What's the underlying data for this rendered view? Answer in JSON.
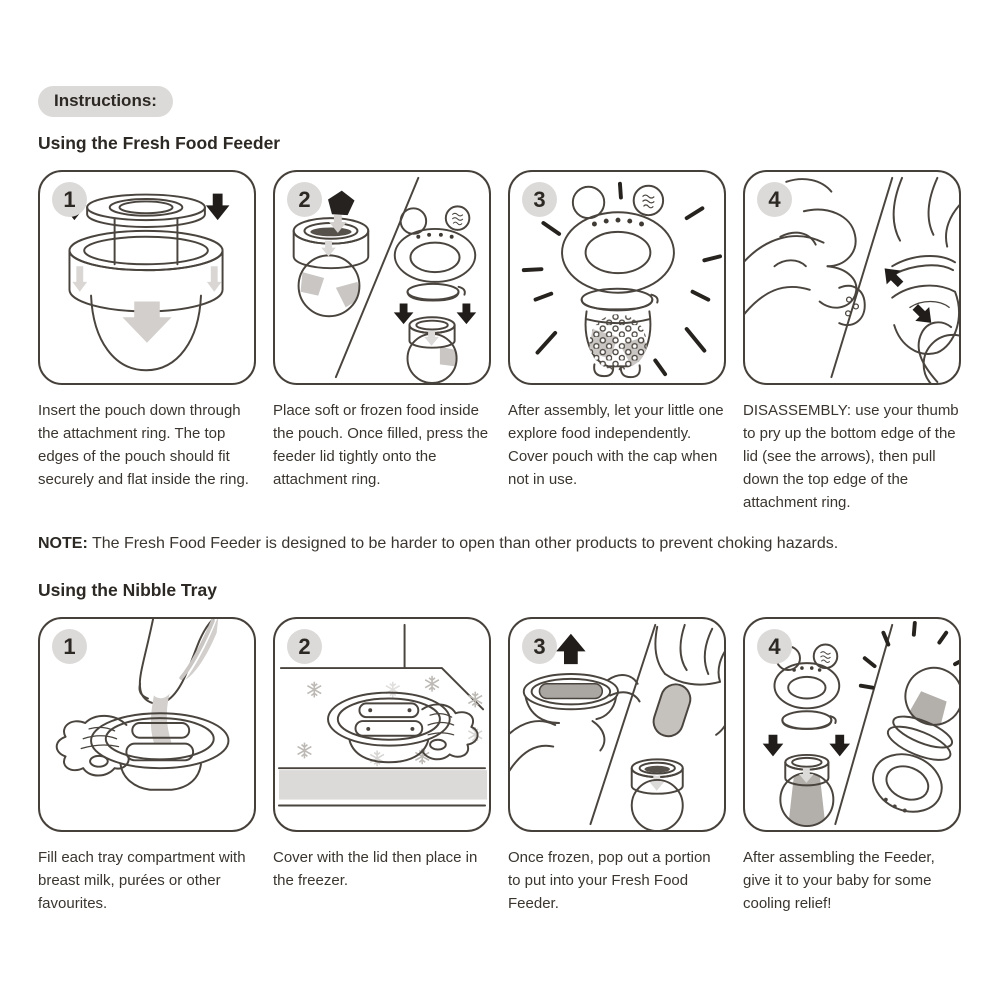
{
  "page": {
    "header_label": "Instructions:"
  },
  "sections": [
    {
      "title": "Using the Fresh Food Feeder",
      "steps": [
        {
          "number": "1",
          "icon": "pouch-into-attachment-ring-illustration",
          "caption": "Insert the pouch down through the attachment ring. The top edges of the pouch should fit securely and flat inside the ring."
        },
        {
          "number": "2",
          "icon": "fill-pouch-and-press-lid-illustration",
          "caption": "Place soft or frozen food inside the pouch. Once filled, press the feeder lid tightly onto the attachment ring."
        },
        {
          "number": "3",
          "icon": "assembled-feeder-illustration",
          "caption": "After assembly, let your little one explore food independently. Cover pouch with the cap when not in use."
        },
        {
          "number": "4",
          "icon": "disassembly-hands-illustration",
          "caption": "DISASSEMBLY: use your thumb to pry up the bottom edge of the lid (see the arrows), then pull down the top edge of the attachment ring."
        }
      ]
    },
    {
      "title": "Using the Nibble Tray",
      "steps": [
        {
          "number": "1",
          "icon": "pour-into-tray-illustration",
          "caption": "Fill each tray compartment with breast milk, purées or other favourites."
        },
        {
          "number": "2",
          "icon": "tray-in-freezer-illustration",
          "caption": "Cover with the lid then place in the freezer."
        },
        {
          "number": "3",
          "icon": "pop-out-frozen-portion-illustration",
          "caption": "Once frozen, pop out a portion to put into your Fresh Food Feeder."
        },
        {
          "number": "4",
          "icon": "assemble-and-give-to-baby-illustration",
          "caption": "After assembling the Feeder, give it to your baby for some cooling relief!"
        }
      ]
    }
  ],
  "note": {
    "label": "NOTE:",
    "text": "The Fresh Food Feeder is designed to be harder to open than other products to prevent choking hazards."
  },
  "colors": {
    "ink": "#4a443e",
    "dark_fill": "#211d1a",
    "badge_bg": "#dcdad8",
    "gray_arrow": "#d2cfcc",
    "gray_fill": "#b3afab",
    "compartment_fill": "#8a8580",
    "snowflake_gray": "#bdb9b5"
  }
}
